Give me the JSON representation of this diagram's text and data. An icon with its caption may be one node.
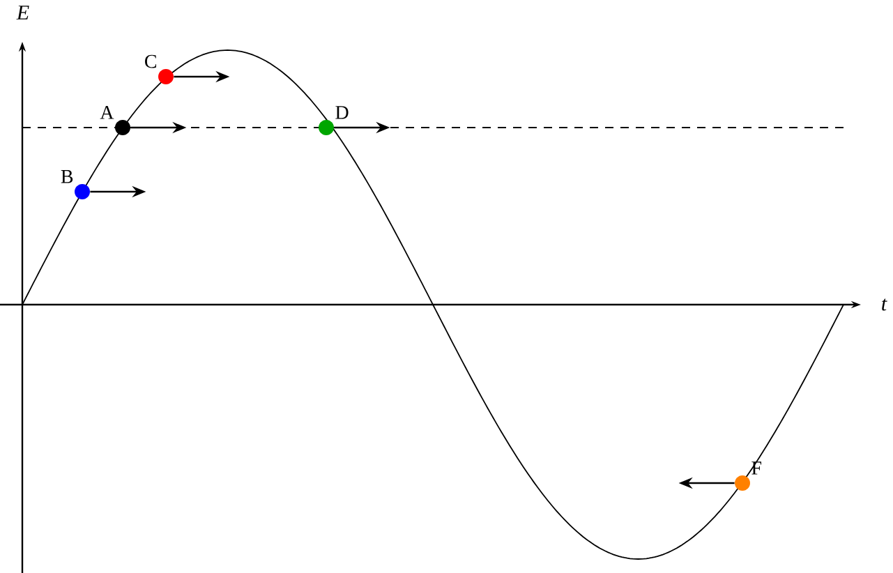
{
  "diagram": {
    "nodes": [
      {
        "text": [
          "C"
        ]
      },
      {
        "text": [
          "A"
        ]
      },
      {
        "text": [
          "D"
        ]
      },
      {
        "text": [
          "B"
        ]
      },
      {
        "text": [
          "F"
        ]
      }
    ],
    "edges": [
      {
        "from": 0,
        "to": null,
        "arrow": "to"
      },
      {
        "from": 1,
        "to": null,
        "arrow": "to"
      },
      {
        "from": 2,
        "to": null,
        "arrow": "to"
      },
      {
        "from": 3,
        "to": null,
        "arrow": "to"
      },
      {
        "from": 4,
        "to": null,
        "arrow": "to"
      }
    ],
    "labels": [
      "E",
      "t"
    ]
  }
}
